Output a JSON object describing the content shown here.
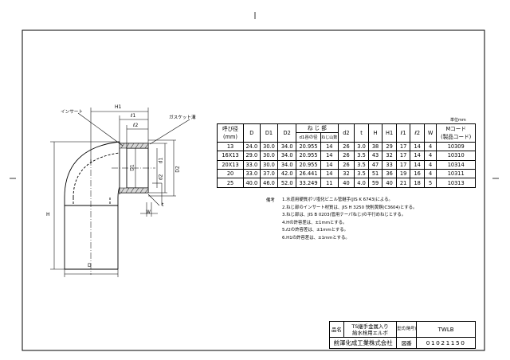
{
  "dimension_labels": {
    "H1": "H1",
    "l1": "ℓ1",
    "l2": "ℓ2",
    "d2": "d2",
    "D1": "D1",
    "d1": "d1",
    "D2": "D2",
    "H": "H",
    "t": "t",
    "W": "W",
    "D": "D"
  },
  "callouts": {
    "insert": "インサート",
    "gasket": "ガスケット溝"
  },
  "unit": "単位mm",
  "table": {
    "headers": {
      "nominal": "呼び径",
      "nominal_unit": "(mm)",
      "D": "D",
      "D1": "D1",
      "D2": "D2",
      "thread": "ね じ 部",
      "thread_d1": "d1谷の径",
      "thread_pitch": "ねじ山数",
      "d2": "d2",
      "t": "t",
      "H": "H",
      "H1": "H1",
      "l1": "ℓ1",
      "l2": "ℓ2",
      "W": "W",
      "code": "Mコード",
      "code_sub": "(製品コード)"
    },
    "rows": [
      [
        "13",
        "24.0",
        "30.0",
        "34.0",
        "20.955",
        "14",
        "26",
        "3.0",
        "38",
        "29",
        "17",
        "14",
        "4",
        "10309"
      ],
      [
        "16X13",
        "29.0",
        "30.0",
        "34.0",
        "20.955",
        "14",
        "26",
        "3.5",
        "43",
        "32",
        "17",
        "14",
        "4",
        "10310"
      ],
      [
        "20X13",
        "33.0",
        "30.0",
        "34.0",
        "20.955",
        "14",
        "26",
        "3.5",
        "47",
        "33",
        "17",
        "14",
        "4",
        "10314"
      ],
      [
        "20",
        "33.0",
        "37.0",
        "42.0",
        "26.441",
        "14",
        "32",
        "3.5",
        "51",
        "36",
        "19",
        "16",
        "4",
        "10311"
      ],
      [
        "25",
        "40.0",
        "46.0",
        "52.0",
        "33.249",
        "11",
        "40",
        "4.0",
        "59",
        "40",
        "21",
        "18",
        "5",
        "10313"
      ]
    ]
  },
  "notes_title": "備考",
  "notes": [
    "1.水道用硬質ポリ塩化ビニル管継手(JIS K 6743)による。",
    "2.ねじ部のインサート材質は、JIS H 3250 快削黄銅(C3604)とする。",
    "3.ねじ部は、JIS B 0203(管用テーパねじ)の平行めねじとする。",
    "4.Hの許容差は、±1mmとする。",
    "5.ℓ2の許容差は、±1mmとする。",
    "6.H1の許容差は、±1mmとする。"
  ],
  "title_block": {
    "name_label": "品名",
    "name_line1": "TS継手金属入り",
    "name_line2": "給水栓用エルボ",
    "model_label": "型式(略号)",
    "model": "TWLB",
    "company": "前澤化成工業株式会社",
    "drawing_no_label": "図番",
    "drawing_no": "01021150"
  }
}
